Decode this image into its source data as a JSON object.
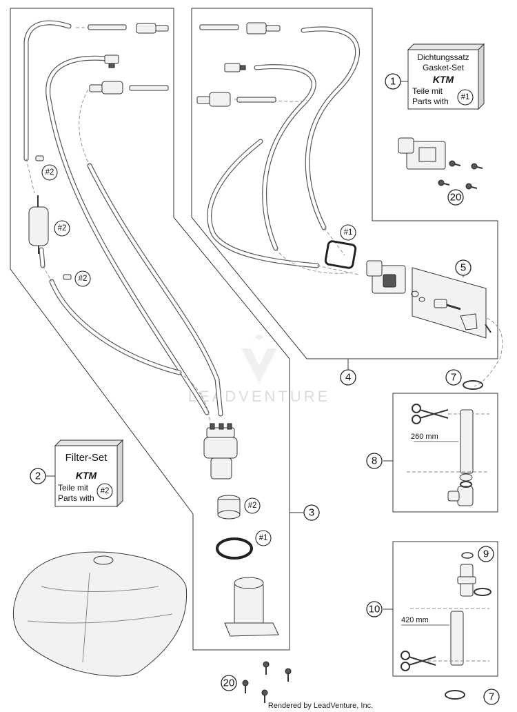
{
  "callouts": [
    "1",
    "2",
    "3",
    "4",
    "5",
    "7",
    "7",
    "8",
    "9",
    "10",
    "20",
    "20"
  ],
  "refs": [
    "#2",
    "#2",
    "#2",
    "#1",
    "#2",
    "#1"
  ],
  "gasket_box": {
    "line1": "Dichtungssatz",
    "line2": "Gasket-Set",
    "brand": "KTM",
    "line3": "Teile mit",
    "line4": "Parts with",
    "ref": "#1"
  },
  "filter_box": {
    "line1": "Filter-Set",
    "brand": "KTM",
    "line3": "Teile mit",
    "line4": "Parts with",
    "ref": "#2"
  },
  "dimensions": {
    "hose_8": "260 mm",
    "hose_10": "420 mm"
  },
  "watermark": "LEADVENTURE",
  "footer": "Rendered by LeadVenture, Inc."
}
